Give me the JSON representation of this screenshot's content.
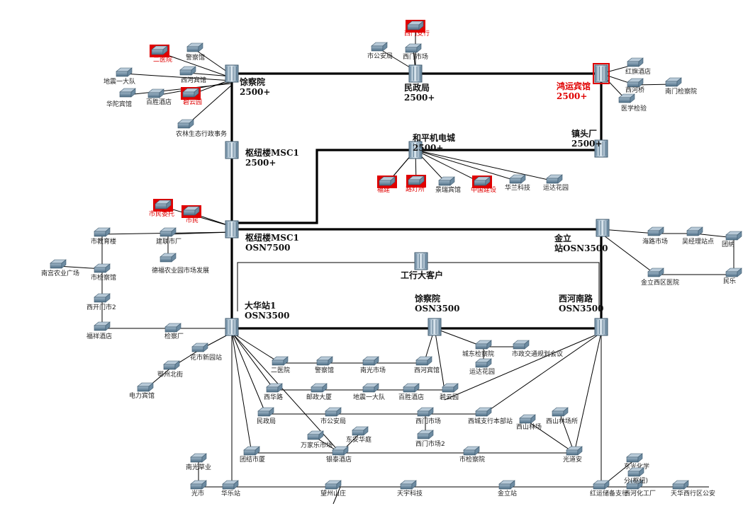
{
  "colors": {
    "line": "#000000",
    "node": "#5f7f96",
    "alarm": "#e00000"
  },
  "major_nodes": [
    {
      "id": "gjy",
      "icon": "optical-network-node",
      "lines": [
        "馀察院",
        "2500+"
      ],
      "alarm": false
    },
    {
      "id": "mzj",
      "icon": "optical-network-node",
      "lines": [
        "民政局",
        "2500+"
      ],
      "alarm": false
    },
    {
      "id": "hzbg",
      "icon": "optical-network-node",
      "lines": [
        "鸿运宾馆",
        "2500+"
      ],
      "alarm": true
    },
    {
      "id": "hpj",
      "icon": "optical-network-node",
      "lines": [
        "和平机电城",
        "2500+"
      ],
      "alarm": false
    },
    {
      "id": "zmsc",
      "icon": "optical-network-node",
      "lines": [
        "枢纽楼MSC1",
        "2500+"
      ],
      "alarm": false
    },
    {
      "id": "jgc",
      "icon": "optical-network-node",
      "lines": [
        "镇头厂",
        "2500+"
      ],
      "alarm": false
    },
    {
      "id": "osn7500",
      "icon": "optical-network-node",
      "lines": [
        "枢纽楼MSC1",
        "OSN7500"
      ],
      "alarm": false
    },
    {
      "id": "jz",
      "icon": "optical-network-node",
      "lines": [
        "金立",
        "站OSN3500"
      ],
      "alarm": false
    },
    {
      "id": "gh",
      "icon": "optical-network-node",
      "lines": [
        "工行大客户"
      ],
      "alarm": false
    },
    {
      "id": "dl1",
      "icon": "optical-network-node",
      "lines": [
        "大华站1",
        "OSN3500"
      ],
      "alarm": false
    },
    {
      "id": "gjyosn",
      "icon": "optical-network-node",
      "lines": [
        "馀察院",
        "OSN3500"
      ],
      "alarm": false
    },
    {
      "id": "xhnl",
      "icon": "optical-network-node",
      "lines": [
        "西河南路",
        "OSN3500"
      ],
      "alarm": false
    }
  ],
  "minor_nodes": [
    {
      "id": "n1",
      "label": "二医院",
      "alarm": true
    },
    {
      "id": "n2",
      "label": "警察馆",
      "alarm": false
    },
    {
      "id": "n3",
      "label": "地震一大队",
      "alarm": false
    },
    {
      "id": "n4",
      "label": "西河宾馆",
      "alarm": false
    },
    {
      "id": "n5",
      "label": "碧云园",
      "alarm": true
    },
    {
      "id": "n6",
      "label": "华陀宾馆",
      "alarm": false
    },
    {
      "id": "n7",
      "label": "百胜酒店",
      "alarm": false
    },
    {
      "id": "n8",
      "label": "农林生态行政事务",
      "alarm": false
    },
    {
      "id": "n9",
      "label": "西门支行",
      "alarm": true
    },
    {
      "id": "n10",
      "label": "市公安局",
      "alarm": false
    },
    {
      "id": "n11",
      "label": "西门市场",
      "alarm": false
    },
    {
      "id": "n12",
      "label": "红旗酒店",
      "alarm": false
    },
    {
      "id": "n13",
      "label": "西河桥",
      "alarm": false
    },
    {
      "id": "n14",
      "label": "南门检察院",
      "alarm": false
    },
    {
      "id": "n15",
      "label": "医学检验",
      "alarm": false
    },
    {
      "id": "n16",
      "label": "福建",
      "alarm": true
    },
    {
      "id": "n17",
      "label": "路灯所",
      "alarm": true
    },
    {
      "id": "n18",
      "label": "景瑞宾馆",
      "alarm": false
    },
    {
      "id": "n19",
      "label": "中国建设",
      "alarm": true
    },
    {
      "id": "n20",
      "label": "华兰科技",
      "alarm": false
    },
    {
      "id": "n21",
      "label": "运达花园",
      "alarm": false
    },
    {
      "id": "n22",
      "label": "市民委托",
      "alarm": true
    },
    {
      "id": "n23",
      "label": "市民",
      "alarm": true
    },
    {
      "id": "n24",
      "label": "市教育楼",
      "alarm": false
    },
    {
      "id": "n25",
      "label": "建联市厂",
      "alarm": false
    },
    {
      "id": "n26",
      "label": "南宫农业广场",
      "alarm": false
    },
    {
      "id": "n27",
      "label": "市检察馆",
      "alarm": false
    },
    {
      "id": "n28",
      "label": "德福农业园市场发展",
      "alarm": false
    },
    {
      "id": "n29",
      "label": "西开门市2",
      "alarm": false
    },
    {
      "id": "n30",
      "label": "福祥酒店",
      "alarm": false
    },
    {
      "id": "n31",
      "label": "检察厂",
      "alarm": false
    },
    {
      "id": "n32",
      "label": "海路市场",
      "alarm": false
    },
    {
      "id": "n33",
      "label": "吴经理站点",
      "alarm": false
    },
    {
      "id": "n34",
      "label": "团纳",
      "alarm": false
    },
    {
      "id": "n35",
      "label": "金立西区医院",
      "alarm": false
    },
    {
      "id": "n36",
      "label": "民乐",
      "alarm": false
    },
    {
      "id": "n37",
      "label": "花市新园站",
      "alarm": false
    },
    {
      "id": "n38",
      "label": "鄂州北街",
      "alarm": false
    },
    {
      "id": "n39",
      "label": "电力宾馆",
      "alarm": false
    },
    {
      "id": "n40",
      "label": "二医院",
      "alarm": false
    },
    {
      "id": "n41",
      "label": "警察馆",
      "alarm": false
    },
    {
      "id": "n42",
      "label": "南光市场",
      "alarm": false
    },
    {
      "id": "n43",
      "label": "西河宾馆",
      "alarm": false
    },
    {
      "id": "n44",
      "label": "城东检察院",
      "alarm": false
    },
    {
      "id": "n45",
      "label": "市政交通规划会议",
      "alarm": false
    },
    {
      "id": "n46",
      "label": "运达花园",
      "alarm": false
    },
    {
      "id": "n47",
      "label": "西华路",
      "alarm": false
    },
    {
      "id": "n48",
      "label": "邮政大厦",
      "alarm": false
    },
    {
      "id": "n49",
      "label": "地震一大队",
      "alarm": false
    },
    {
      "id": "n50",
      "label": "百胜酒店",
      "alarm": false
    },
    {
      "id": "n51",
      "label": "碧云园",
      "alarm": false
    },
    {
      "id": "n52",
      "label": "民政局",
      "alarm": false
    },
    {
      "id": "n53",
      "label": "市公安局",
      "alarm": false
    },
    {
      "id": "n54",
      "label": "西门市场",
      "alarm": false
    },
    {
      "id": "n55",
      "label": "西城支行本部站",
      "alarm": false
    },
    {
      "id": "n56",
      "label": "西山林场",
      "alarm": false
    },
    {
      "id": "n57",
      "label": "西山林场所",
      "alarm": false
    },
    {
      "id": "n58",
      "label": "万家乐市场",
      "alarm": false
    },
    {
      "id": "n59",
      "label": "西门市场2",
      "alarm": false
    },
    {
      "id": "n60",
      "label": "东安华庭",
      "alarm": false
    },
    {
      "id": "n61",
      "label": "团结市厦",
      "alarm": false
    },
    {
      "id": "n62",
      "label": "银泰酒店",
      "alarm": false
    },
    {
      "id": "n63",
      "label": "市检察院",
      "alarm": false
    },
    {
      "id": "n64",
      "label": "光道安",
      "alarm": false
    },
    {
      "id": "n65",
      "label": "南光草业",
      "alarm": false
    },
    {
      "id": "n66",
      "label": "光市",
      "alarm": false
    },
    {
      "id": "n67",
      "label": "华乐站",
      "alarm": false
    },
    {
      "id": "n68",
      "label": "望州山庄",
      "alarm": false
    },
    {
      "id": "n69",
      "label": "天宇科技",
      "alarm": false
    },
    {
      "id": "n70",
      "label": "金立站",
      "alarm": false
    },
    {
      "id": "n71",
      "label": "红运储备支行",
      "alarm": false
    },
    {
      "id": "n72",
      "label": "西河化工厂",
      "alarm": false
    },
    {
      "id": "n73",
      "label": "东光化学",
      "alarm": false
    },
    {
      "id": "n74",
      "label": "分(枢纽)",
      "alarm": false
    },
    {
      "id": "n75",
      "label": "天华西行区公安",
      "alarm": false
    }
  ]
}
